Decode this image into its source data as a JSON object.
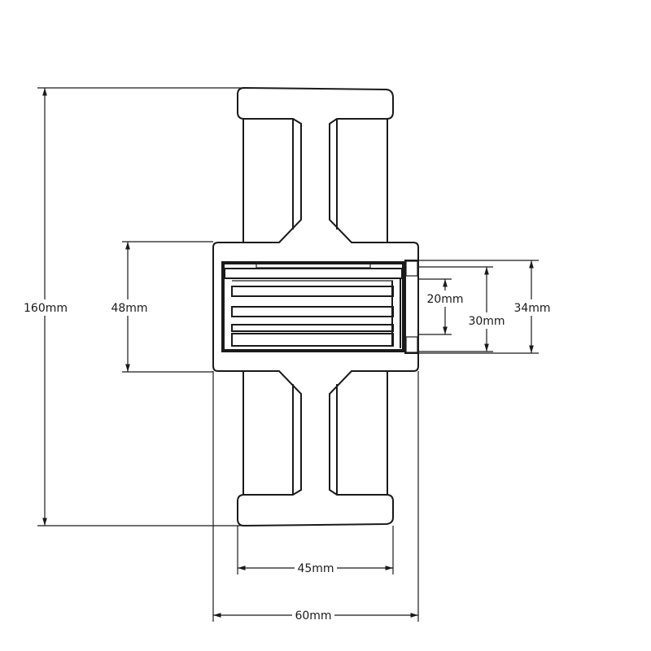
{
  "drawing": {
    "title": "Wheel cross-section with needle bearing",
    "dimensions": {
      "outer_diameter": "160mm",
      "hub_diameter": "48mm",
      "shaft_diameter": "20mm",
      "bearing_inner": "30mm",
      "bearing_outer": "34mm",
      "tread_width": "45mm",
      "hub_width": "60mm"
    }
  }
}
